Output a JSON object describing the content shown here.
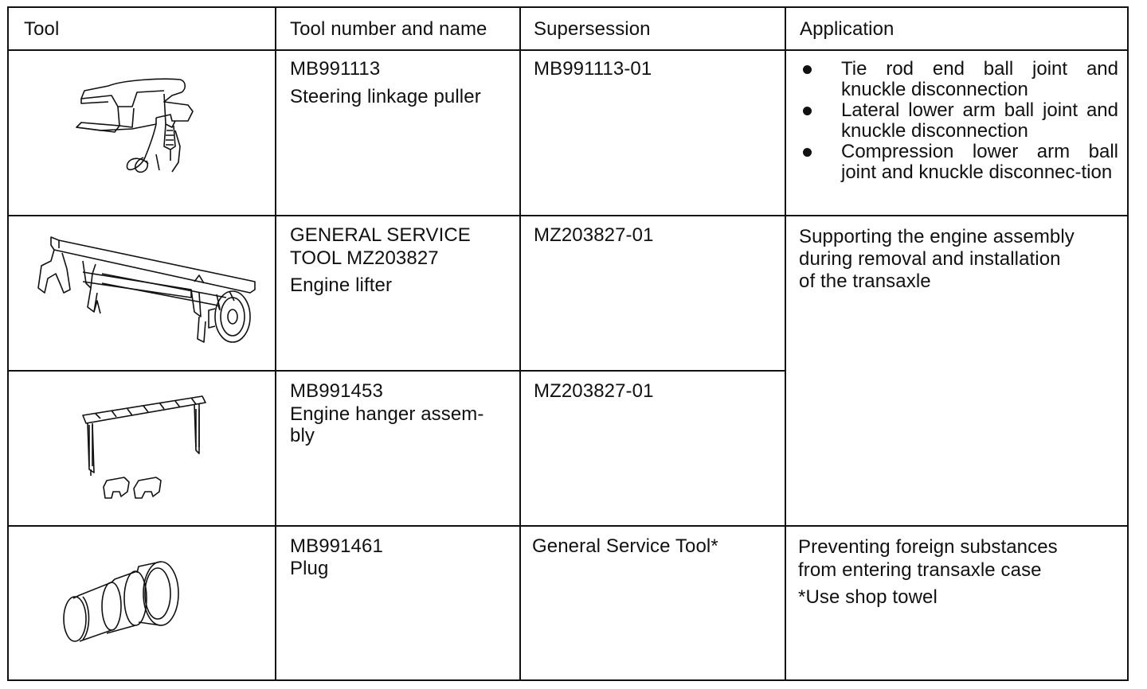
{
  "table": {
    "headers": [
      "Tool",
      "Tool number and name",
      "Supersession",
      "Application"
    ],
    "rows": [
      {
        "tool_icon": "steering-linkage-puller-icon",
        "number_lines": [
          "MB991113",
          "Steering linkage puller"
        ],
        "supersession": "MB991113-01",
        "application_bullets": [
          "Tie rod end ball joint and knuckle disconnection",
          "Lateral lower arm ball joint and knuckle disconnection",
          "Compression lower arm ball joint and knuckle disconnec-tion"
        ]
      },
      {
        "tool_icon": "engine-lifter-icon",
        "number_lines": [
          "GENERAL SERVICE",
          "TOOL MZ203827",
          "Engine lifter"
        ],
        "supersession": "MZ203827-01",
        "application_lines": [
          "Supporting the engine assembly",
          "during removal and installation",
          "of the transaxle"
        ]
      },
      {
        "tool_icon": "engine-hanger-assembly-icon",
        "number_lines": [
          "MB991453",
          "Engine hanger assem-",
          "bly"
        ],
        "supersession": "MZ203827-01"
      },
      {
        "tool_icon": "plug-icon",
        "number_lines": [
          "MB991461",
          "Plug"
        ],
        "supersession": "General Service Tool*",
        "application_lines": [
          "Preventing foreign substances",
          "from entering transaxle case",
          "*Use shop towel"
        ]
      }
    ]
  }
}
